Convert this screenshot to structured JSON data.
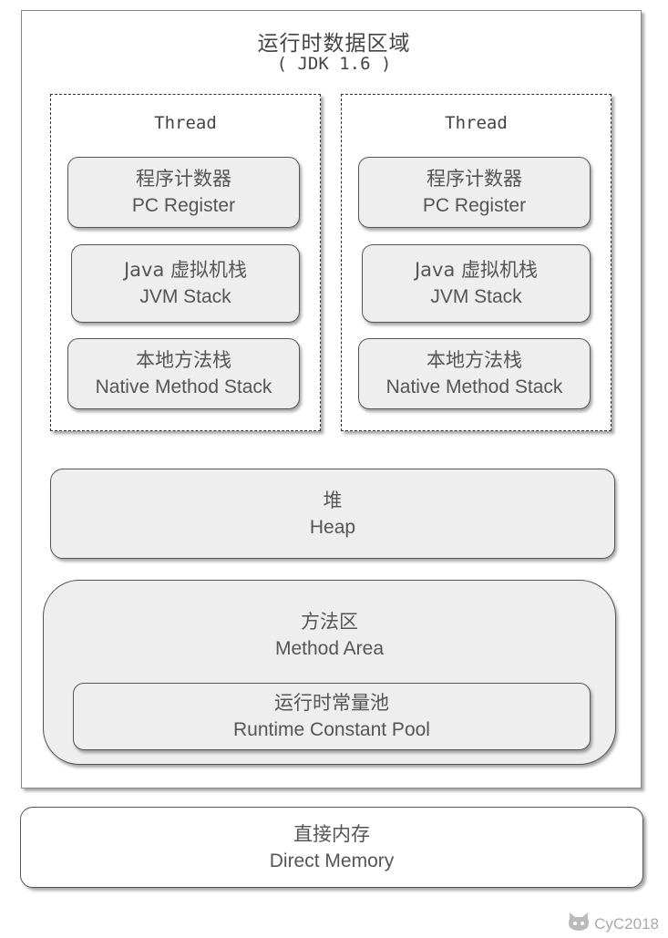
{
  "title": "运行时数据区域",
  "subtitle": "( JDK 1.6 )",
  "threads": [
    {
      "label": "Thread",
      "pc_register": {
        "zh": "程序计数器",
        "en": "PC Register"
      },
      "jvm_stack": {
        "zh": "Java 虚拟机栈",
        "en": "JVM Stack"
      },
      "native_stack": {
        "zh": "本地方法栈",
        "en": "Native Method Stack"
      }
    },
    {
      "label": "Thread",
      "pc_register": {
        "zh": "程序计数器",
        "en": "PC Register"
      },
      "jvm_stack": {
        "zh": "Java 虚拟机栈",
        "en": "JVM Stack"
      },
      "native_stack": {
        "zh": "本地方法栈",
        "en": "Native Method Stack"
      }
    }
  ],
  "heap": {
    "zh": "堆",
    "en": "Heap"
  },
  "method_area": {
    "zh": "方法区",
    "en": "Method Area",
    "runtime_constant_pool": {
      "zh": "运行时常量池",
      "en": "Runtime Constant Pool"
    }
  },
  "direct_memory": {
    "zh": "直接内存",
    "en": "Direct Memory"
  },
  "watermark": {
    "text": "CyC2018",
    "icon": "cat-icon"
  },
  "colors": {
    "box_fill": "#eeeeee",
    "border": "#555555",
    "text": "#555555"
  }
}
